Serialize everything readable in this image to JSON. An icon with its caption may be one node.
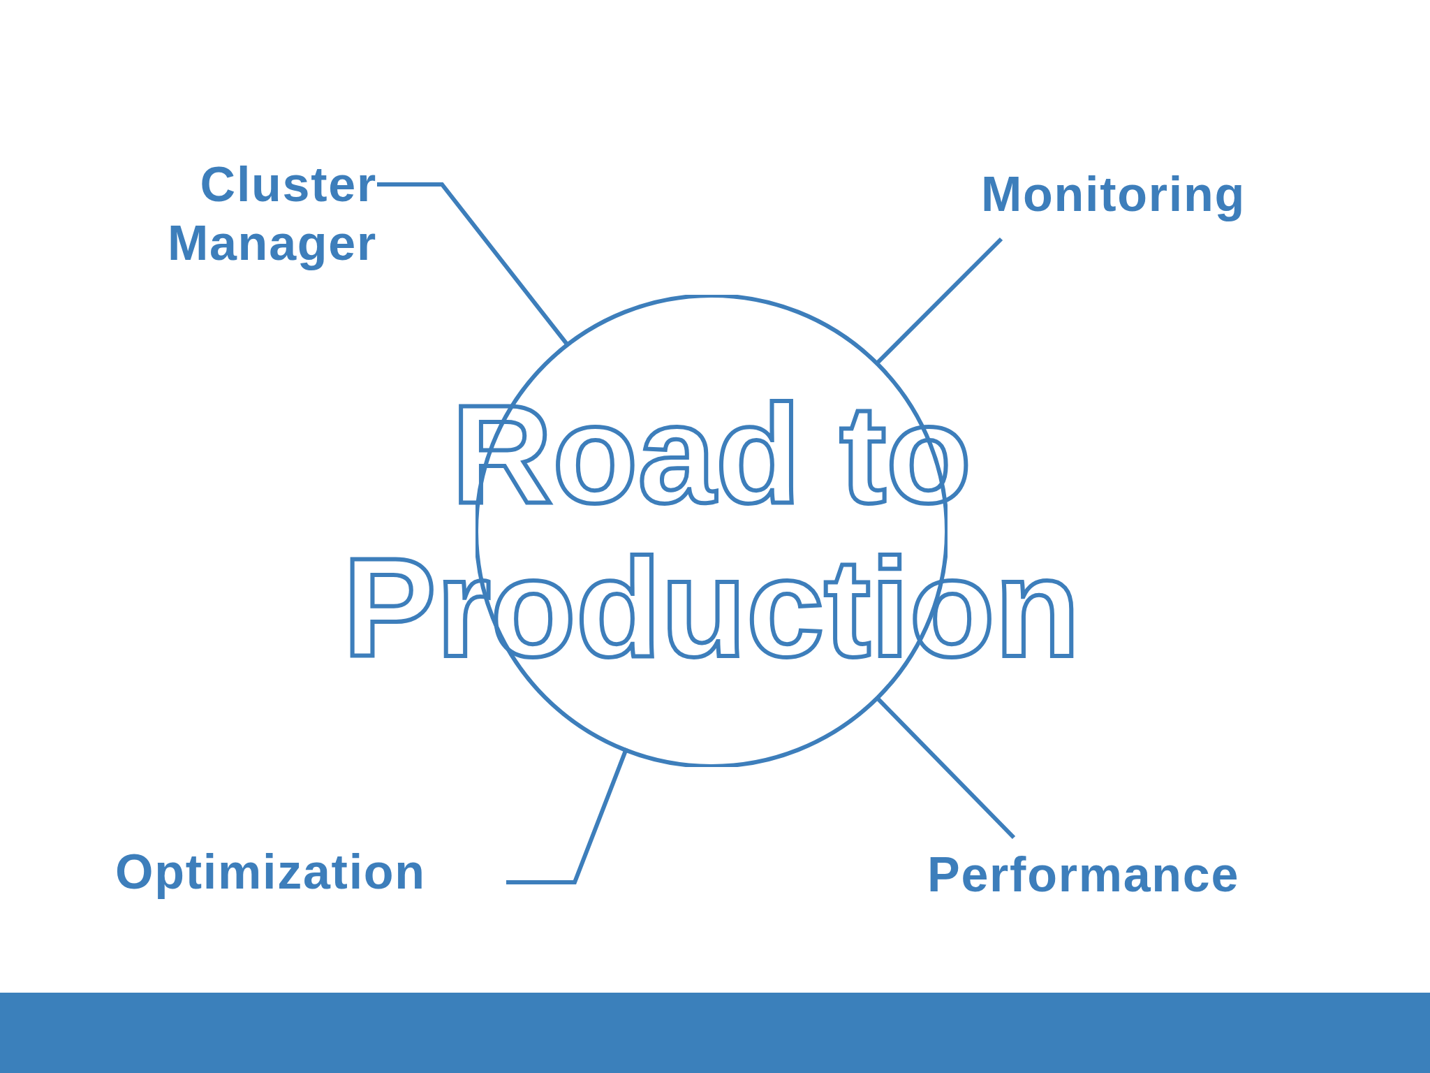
{
  "diagram": {
    "nodes": [
      {
        "text": [
          "Cluster Manager"
        ]
      },
      {
        "text": [
          "Monitoring"
        ]
      },
      {
        "text": [
          "Road to Production"
        ]
      },
      {
        "text": [
          "Optimization"
        ]
      },
      {
        "text": [
          "Performance"
        ]
      }
    ],
    "edges": [
      {
        "from": 0,
        "to": 2,
        "arrow": "none"
      },
      {
        "from": 1,
        "to": 2,
        "arrow": "none"
      },
      {
        "from": 3,
        "to": 2,
        "arrow": "none"
      },
      {
        "from": 4,
        "to": 2,
        "arrow": "none"
      }
    ]
  }
}
